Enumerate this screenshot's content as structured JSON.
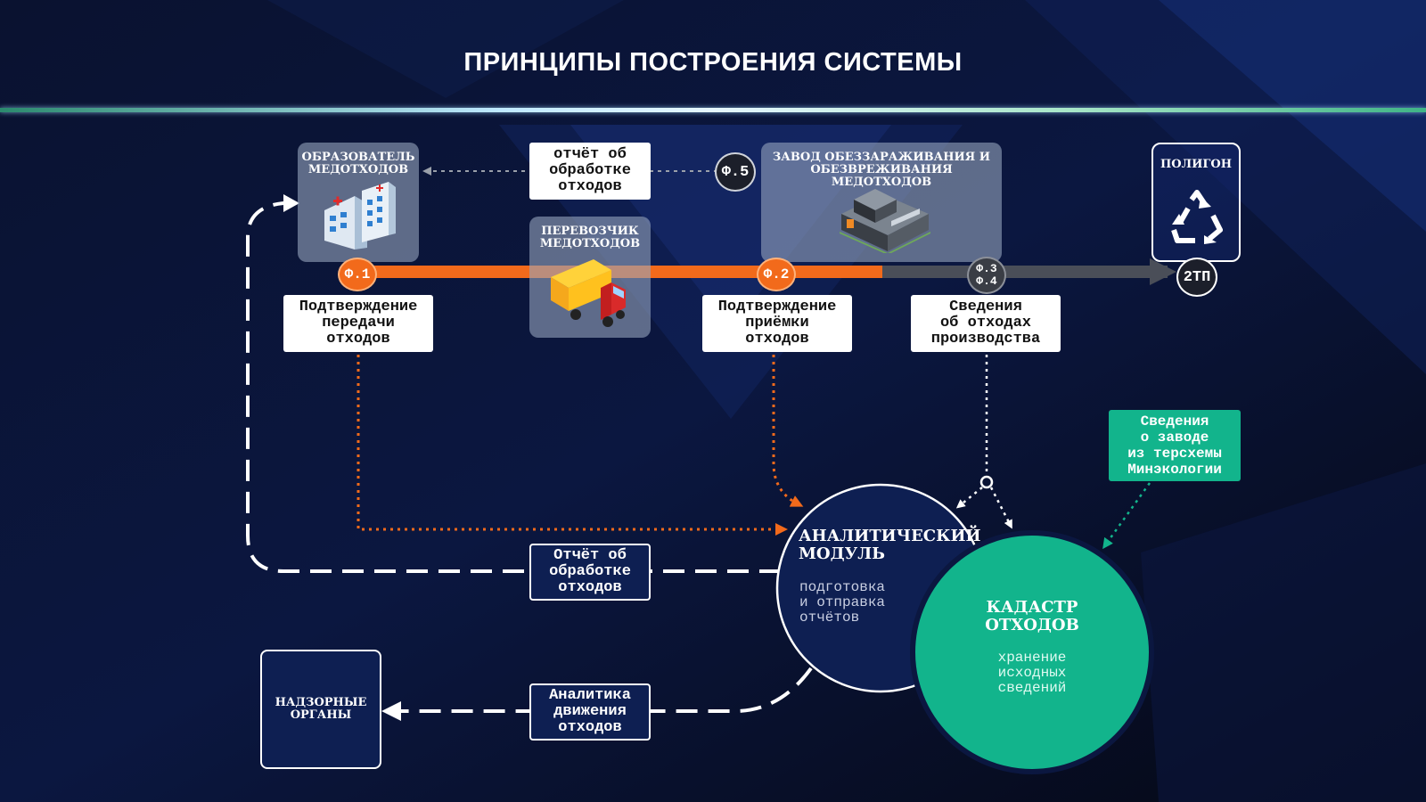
{
  "title": "ПРИНЦИПЫ ПОСТРОЕНИЯ СИСТЕМЫ",
  "nodes": {
    "generator": "ОБРАЗОВАТЕЛЬ\nМЕДОТХОДОВ",
    "carrier": "ПЕРЕВОЗЧИК\nМЕДОТХОДОВ",
    "plant": "ЗАВОД ОБЕЗЗАРАЖИВАНИЯ И\nОБЕЗВРЕЖИВАНИЯ МЕДОТХОДОВ",
    "landfill": "ПОЛИГОН",
    "supervisors": "НАДЗОРНЫЕ\nОРГАНЫ"
  },
  "forms": {
    "f1": "Ф.1",
    "f2": "Ф.2",
    "f3": "Ф.3",
    "f4": "Ф.4",
    "f5": "Ф.5",
    "tp2": "2ТП"
  },
  "labels": {
    "report_top": "отчёт об\nобработке\nотходов",
    "transfer": "Подтверждение\nпередачи\nотходов",
    "acceptance": "Подтверждение\nприёмки\nотходов",
    "production": "Сведения\nоб отходах\nпроизводства",
    "ministry": "Сведения\nо заводе\nиз терсхемы\nМинэкологии",
    "report_mid": "Отчёт об\nобработке\nотходов",
    "analytics": "Аналитика\nдвижения\nотходов"
  },
  "analytic_module": {
    "title": "АНАЛИТИЧЕСКИЙ\nМОДУЛЬ",
    "subtitle": "подготовка\nи отправка\nотчётов"
  },
  "cadastre": {
    "title": "КАДАСТР\nОТХОДОВ",
    "subtitle": "хранение\nисходных\nсведений"
  },
  "colors": {
    "background": "#070b1a",
    "orange": "#f26a1b",
    "navy": "#0e1f52",
    "green": "#12b48c",
    "gray_box": "#96a5be",
    "flow_gray": "#4a4e58"
  }
}
